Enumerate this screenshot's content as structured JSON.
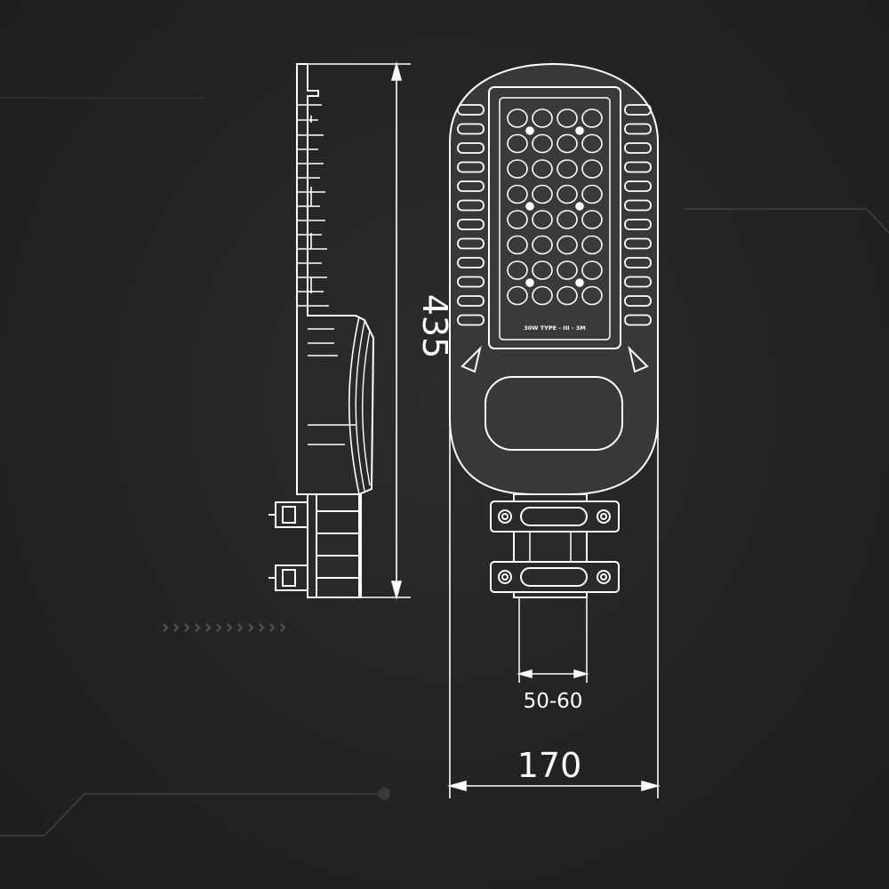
{
  "dimensions": {
    "height": "435",
    "width": "170",
    "pole_diameter": "50-60"
  },
  "lamp_label": "30W TYPE - III - 3M",
  "colors": {
    "background": "#232323",
    "line": "#ffffff",
    "lamp_fill": "#383838",
    "deco_line": "#3a3a3a"
  }
}
